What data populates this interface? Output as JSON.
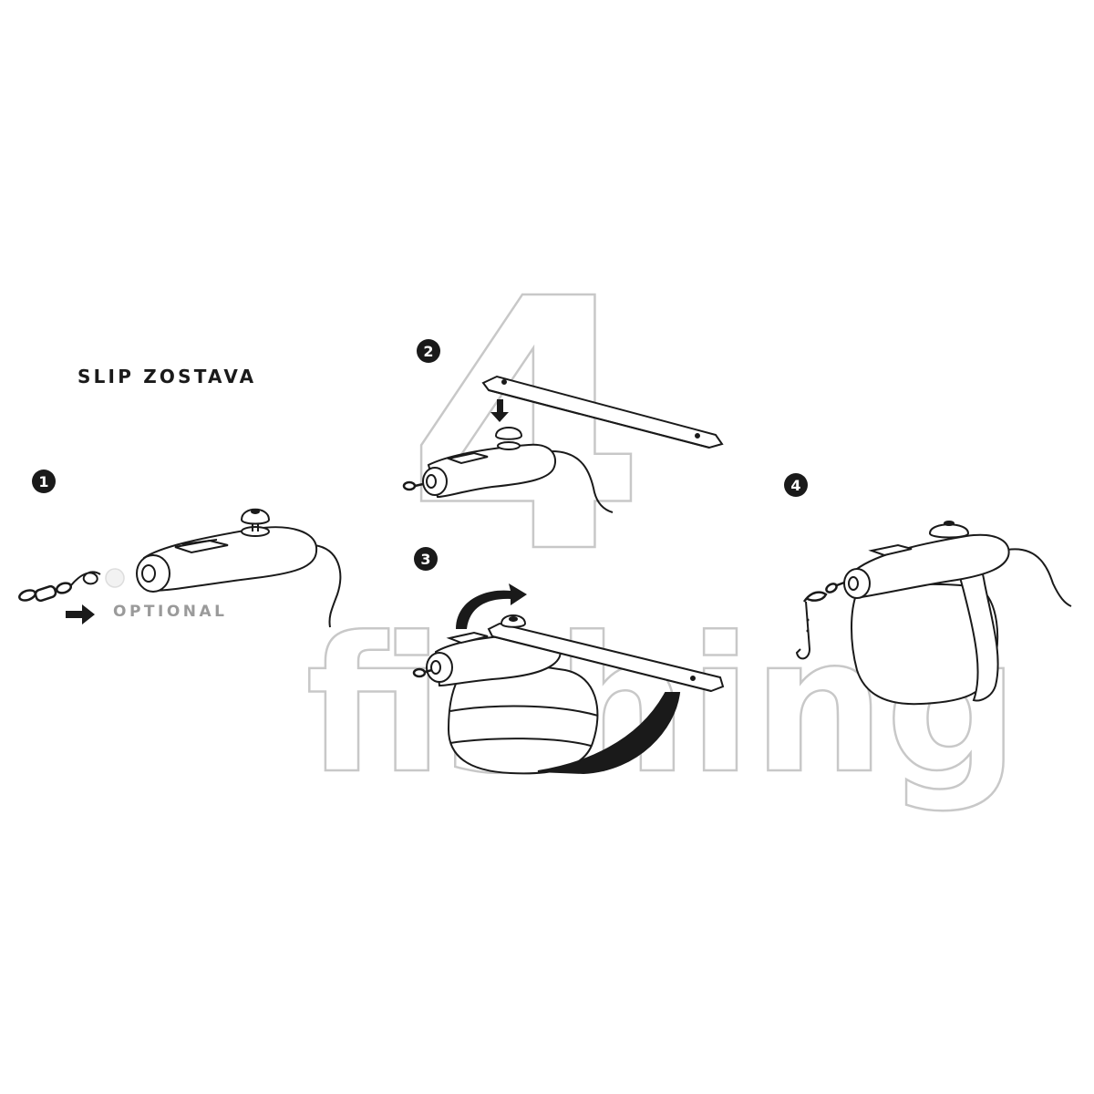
{
  "title": "SLIP ZOSTAVA",
  "steps": [
    {
      "number": "1",
      "note": "OPTIONAL"
    },
    {
      "number": "2"
    },
    {
      "number": "3"
    },
    {
      "number": "4"
    }
  ],
  "watermark": {
    "digit": "4",
    "word": "fishing"
  },
  "colors": {
    "ink": "#1a1a1a",
    "muted": "#9a9a9a",
    "watermark": "#c8c8c8",
    "background": "#ffffff"
  }
}
